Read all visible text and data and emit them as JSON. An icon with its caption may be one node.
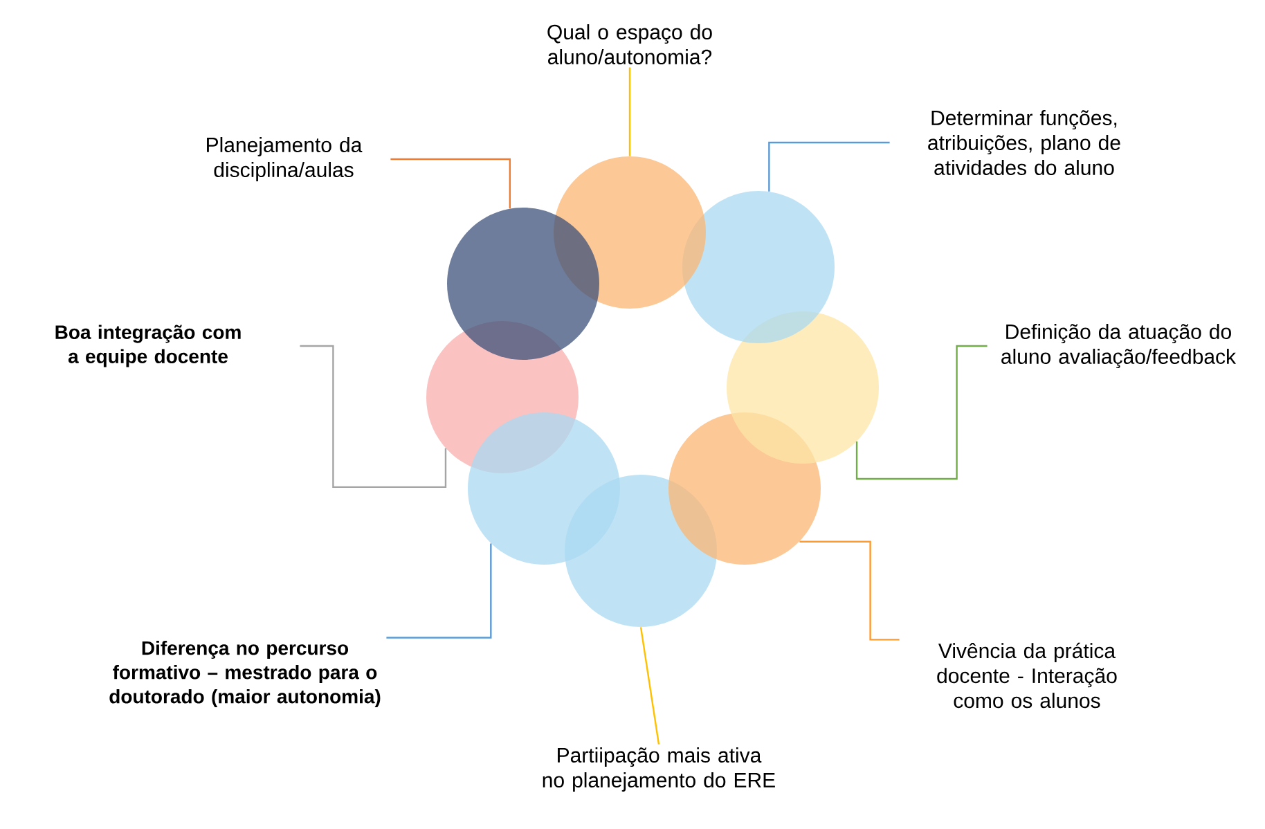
{
  "diagram": {
    "nodes": [
      {
        "text": [
          "Planejamento da disciplina/aulas"
        ]
      },
      {
        "text": [
          "Qual o espaço do aluno/autonomia?"
        ]
      },
      {
        "text": [
          "Determinar funções, atribuições, plano de atividades do aluno"
        ]
      },
      {
        "text": [
          "Definição da atuação do aluno avaliação/feedback"
        ]
      },
      {
        "text": [
          "Vivência da prática docente - Interação como os alunos"
        ]
      },
      {
        "text": [
          "Partiipação mais ativa no planejamento do ERE"
        ]
      },
      {
        "text": [
          "Diferença no percurso formativo – mestrado para o doutorado (maior autonomia)"
        ]
      },
      {
        "text": [
          "Boa integração com a equipe docente"
        ]
      },
      {
        "text": [],
        "shape": "circle"
      },
      {
        "text": [],
        "shape": "circle"
      },
      {
        "text": [],
        "shape": "circle"
      },
      {
        "text": [],
        "shape": "circle"
      },
      {
        "text": [],
        "shape": "circle"
      },
      {
        "text": [],
        "shape": "circle"
      },
      {
        "text": [],
        "shape": "circle"
      },
      {
        "text": [],
        "shape": "circle"
      }
    ],
    "edges": [
      {
        "from": 0,
        "to": 8,
        "arrow": "none",
        "color": "#ed7d31"
      },
      {
        "from": 1,
        "to": 9,
        "arrow": "none",
        "color": "#ffc000"
      },
      {
        "from": 2,
        "to": 10,
        "arrow": "none",
        "color": "#5b9bd5"
      },
      {
        "from": 3,
        "to": 11,
        "arrow": "none",
        "color": "#70ad47"
      },
      {
        "from": 4,
        "to": 12,
        "arrow": "none",
        "color": "#ff9a2e"
      },
      {
        "from": 5,
        "to": 13,
        "arrow": "none",
        "color": "#ffc000"
      },
      {
        "from": 6,
        "to": 14,
        "arrow": "none",
        "color": "#5b9bd5"
      },
      {
        "from": 7,
        "to": 15,
        "arrow": "none",
        "color": "#a5a5a5"
      }
    ]
  }
}
